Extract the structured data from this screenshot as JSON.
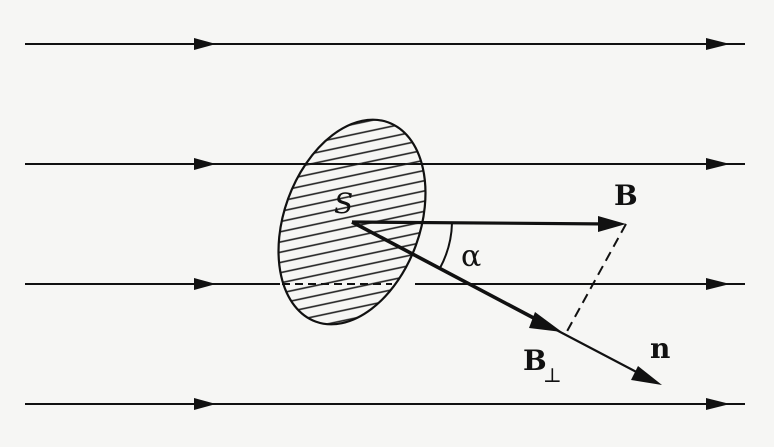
{
  "diagram": {
    "labels": {
      "surface": "S",
      "field": "B",
      "angle": "α",
      "perp_main": "B",
      "perp_sub": "⊥",
      "normal": "n"
    },
    "field_line_count": 4
  }
}
